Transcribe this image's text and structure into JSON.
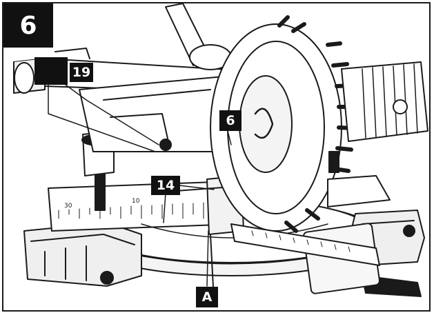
{
  "figure": {
    "number": "6",
    "callouts": {
      "c19": "19",
      "c6": "6",
      "c14": "14",
      "cA": "A"
    },
    "icons": {
      "saw": "miter-saw-illustration"
    }
  }
}
